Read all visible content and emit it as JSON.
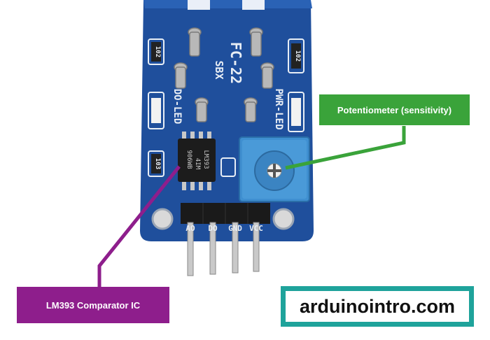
{
  "labels": {
    "potentiometer": "Potentiometer (sensitivity)",
    "comparator": "LM393 Comparator IC",
    "website": "arduinointro.com"
  },
  "board_silkscreen": {
    "model": "FC-22",
    "sbx": "SBX",
    "do_led": "DO-LED",
    "pwr_led": "PWR-LED",
    "r1": "102",
    "r2": "102",
    "r3": "103",
    "pins": [
      "AO",
      "DO",
      "GND",
      "VCC"
    ]
  },
  "chip_marking": {
    "line1": "LM393",
    "line2": "4IM",
    "line3": "906WB"
  },
  "colors": {
    "pcb": "#1f4f9c",
    "potentiometer": "#3f8fd0",
    "potentiometer_callout": "#3aa33a",
    "comparator_callout": "#8e1e8c",
    "brand_border": "#1fa39b"
  }
}
